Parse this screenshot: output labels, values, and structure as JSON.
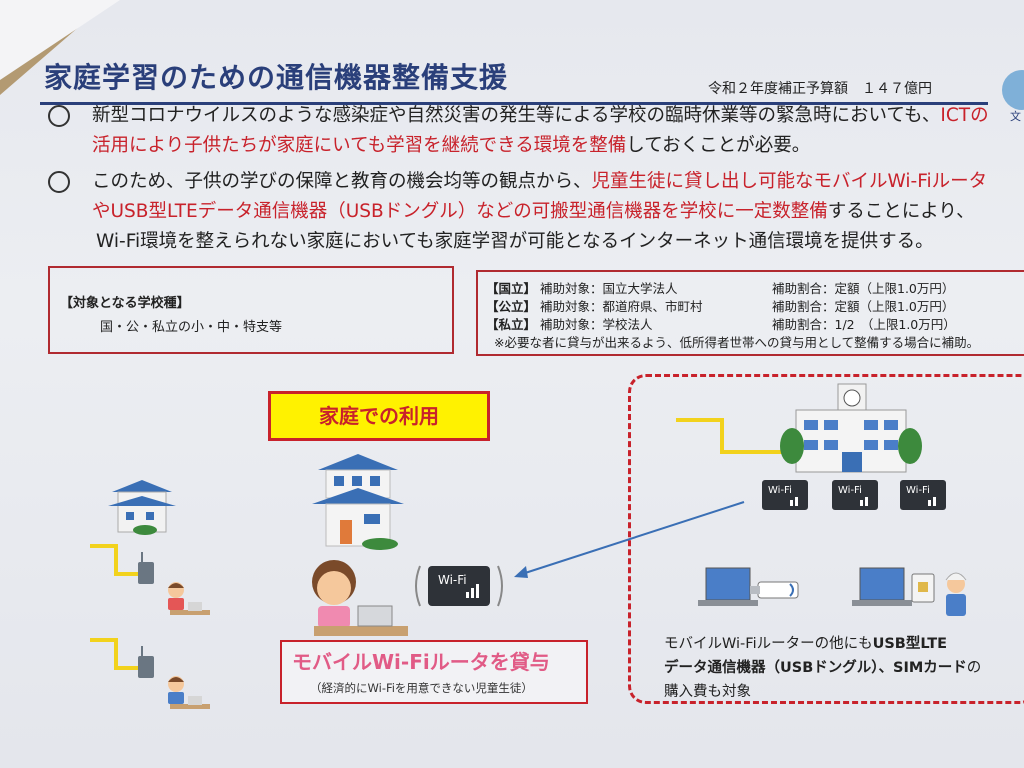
{
  "document": {
    "title": "家庭学習のための通信機器整備支援",
    "budget": "令和２年度補正予算額　１４７億円",
    "logo_fragment": "文",
    "bullets": [
      {
        "line1": "新型コロナウイルスのような感染症や自然災害の発生等による学校の臨時休業等の緊急時においても、",
        "line1_red": "ICTの",
        "line2_red": "活用により子供たちが家庭にいても学習を継続できる環境を整備",
        "line2": "しておくことが必要。"
      },
      {
        "line1": "このため、子供の学びの保障と教育の機会均等の観点から、",
        "line1_red": "児童生徒に貸し出し可能なモバイルWi-Fiルータ",
        "line2_red": "やUSB型LTEデータ通信機器（USBドングル）などの可搬型通信機器を学校に一定数整備",
        "line2": "することにより、",
        "line3": "Wi-Fi環境を整えられない家庭においても家庭学習が可能となるインターネット通信環境を提供する。"
      }
    ],
    "target_box": {
      "title": "【対象となる学校種】",
      "body": "国・公・私立の小・中・特支等"
    },
    "subsidy_box": {
      "rows": [
        {
          "tag": "【国立】",
          "target": "補助対象：国立大学法人",
          "rate": "補助割合：定額（上限1.0万円）"
        },
        {
          "tag": "【公立】",
          "target": "補助対象：都道府県、市町村",
          "rate": "補助割合：定額（上限1.0万円）"
        },
        {
          "tag": "【私立】",
          "target": "補助対象：学校法人",
          "rate": "補助割合：1/2　（上限1.0万円）"
        }
      ],
      "note": "※必要な者に貸与が出来るよう、低所得者世帯への貸与用として整備する場合に補助。"
    },
    "home_use_label": "家庭での利用",
    "wifi_label": "Wi-Fi",
    "rent_main": "モバイルWi-Fiルータを貸与",
    "rent_sub": "（経済的にWi-Fiを用意できない児童生徒）",
    "devices_text": {
      "line1_plain": "モバイルWi-Fiルーターの他にも",
      "line1_bold": "USB型LTE",
      "line2_bold": "データ通信機器（USBドングル）、SIMカード",
      "line2_plain": "の",
      "line3": "購入費も対象"
    },
    "colors": {
      "title_blue": "#2a3f7a",
      "accent_red": "#c8222b",
      "label_yellow": "#fff200",
      "pink": "#e15b86"
    }
  }
}
